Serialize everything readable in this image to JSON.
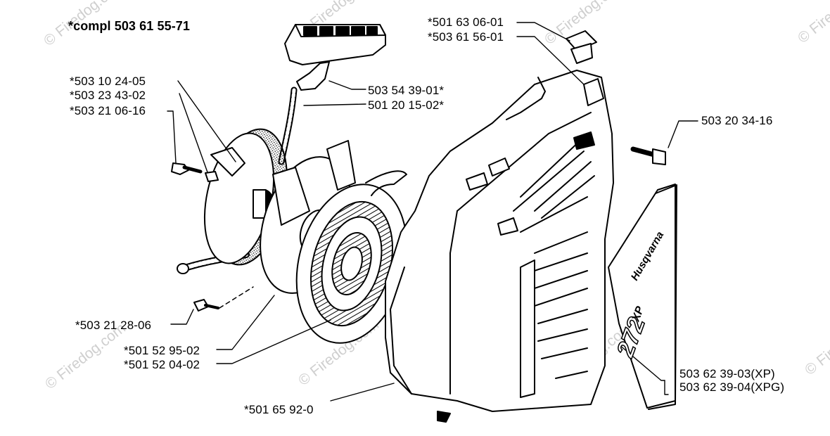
{
  "title": "*compl 503 61 55-71",
  "watermark": "© Firedog.com",
  "brand": {
    "name": "Husqvarna",
    "model": "272",
    "model_suffix": "XP"
  },
  "labels": {
    "p1": "*503 10 24-05",
    "p2": "*503 23 43-02",
    "p3": "*503 21 06-16",
    "p4": "503 54 39-01*",
    "p5": "501 20 15-02*",
    "p6": "*501 63 06-01",
    "p7": "*503 61 56-01",
    "p8": "503 20 34-16",
    "p9": "*503 21 28-06",
    "p10": "*501 52 95-02",
    "p11": "*501 52 04-02",
    "p12": "*501 65 92-0",
    "p13": "503 62 39-03(XP)",
    "p14": "503 62 39-04(XPG)"
  }
}
